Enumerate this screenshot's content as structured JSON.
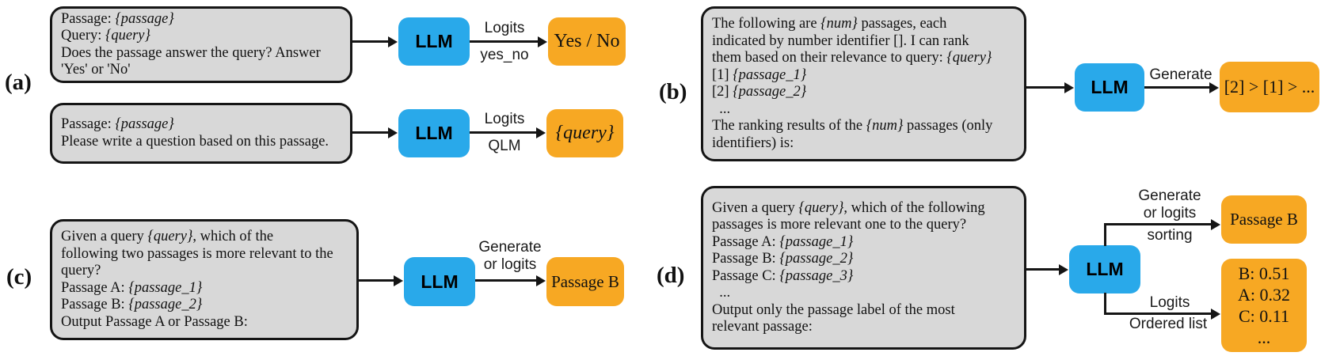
{
  "colors": {
    "llm_blue": "#29a9ea",
    "output_orange": "#f7a823",
    "box_gray": "#d8d8d8",
    "line_black": "#151515"
  },
  "panels": {
    "a": {
      "label": "(a)",
      "rows": [
        {
          "prompt_lines": [
            [
              {
                "t": "Passage: "
              },
              {
                "t": "{passage}",
                "i": true
              }
            ],
            [
              {
                "t": "Query: "
              },
              {
                "t": "{query}",
                "i": true
              }
            ],
            [
              {
                "t": "Does the passage answer the query? Answer"
              }
            ],
            [
              {
                "t": "'Yes' or 'No'"
              }
            ]
          ],
          "llm": "LLM",
          "arrow_label_top": "Logits",
          "arrow_label_bottom": "yes_no",
          "output_lines": [
            [
              {
                "t": "Yes / No"
              }
            ]
          ]
        },
        {
          "prompt_lines": [
            [
              {
                "t": "Passage: "
              },
              {
                "t": "{passage}",
                "i": true
              }
            ],
            [
              {
                "t": "Please write a question based on this passage."
              }
            ]
          ],
          "llm": "LLM",
          "arrow_label_top": "Logits",
          "arrow_label_bottom": "QLM",
          "output_lines": [
            [
              {
                "t": "{query}",
                "i": true
              }
            ]
          ]
        }
      ]
    },
    "b": {
      "label": "(b)",
      "prompt_lines": [
        [
          {
            "t": "The following are "
          },
          {
            "t": "{num}",
            "i": true
          },
          {
            "t": " passages, each"
          }
        ],
        [
          {
            "t": "indicated by number identifier []. I can rank"
          }
        ],
        [
          {
            "t": "them based on their relevance to query: "
          },
          {
            "t": "{query}",
            "i": true
          }
        ],
        [
          {
            "t": "[1] "
          },
          {
            "t": "{passage_1}",
            "i": true
          }
        ],
        [
          {
            "t": "[2] "
          },
          {
            "t": "{passage_2}",
            "i": true
          }
        ],
        [
          {
            "t": "  ..."
          }
        ],
        [
          {
            "t": "The ranking results of the "
          },
          {
            "t": "{num}",
            "i": true
          },
          {
            "t": " passages (only"
          }
        ],
        [
          {
            "t": "identifiers) is:"
          }
        ]
      ],
      "llm": "LLM",
      "arrow_label_top": "Generate",
      "output_lines": [
        [
          {
            "t": "[2] > [1] > ..."
          }
        ]
      ]
    },
    "c": {
      "label": "(c)",
      "prompt_lines": [
        [
          {
            "t": "Given a query "
          },
          {
            "t": "{query}",
            "i": true
          },
          {
            "t": ", which of the"
          }
        ],
        [
          {
            "t": "following two passages is more relevant to the"
          }
        ],
        [
          {
            "t": "query?"
          }
        ],
        [
          {
            "t": "Passage A: "
          },
          {
            "t": "{passage_1}",
            "i": true
          }
        ],
        [
          {
            "t": "Passage B: "
          },
          {
            "t": "{passage_2}",
            "i": true
          }
        ],
        [
          {
            "t": "Output Passage A or Passage B:"
          }
        ]
      ],
      "llm": "LLM",
      "arrow_label_top": "Generate",
      "arrow_label_middle": "or logits",
      "output_lines": [
        [
          {
            "t": "Passage B"
          }
        ]
      ]
    },
    "d": {
      "label": "(d)",
      "prompt_lines": [
        [
          {
            "t": "Given a query "
          },
          {
            "t": "{query}",
            "i": true
          },
          {
            "t": ", which of the following"
          }
        ],
        [
          {
            "t": "passages is more relevant one to the query?"
          }
        ],
        [
          {
            "t": "Passage A: "
          },
          {
            "t": "{passage_1}",
            "i": true
          }
        ],
        [
          {
            "t": "Passage B: "
          },
          {
            "t": "{passage_2}",
            "i": true
          }
        ],
        [
          {
            "t": "Passage C: "
          },
          {
            "t": "{passage_3}",
            "i": true
          }
        ],
        [
          {
            "t": "  ..."
          }
        ],
        [
          {
            "t": "Output only the passage label of the most"
          }
        ],
        [
          {
            "t": "relevant passage:"
          }
        ]
      ],
      "llm": "LLM",
      "branch_top": {
        "label_line1": "Generate",
        "label_line2": "or logits",
        "label_below": "sorting",
        "output_lines": [
          [
            {
              "t": "Passage B"
            }
          ]
        ]
      },
      "branch_bottom": {
        "label_above": "Logits",
        "label_below": "Ordered list",
        "output_lines": [
          [
            {
              "t": "B: 0.51"
            }
          ],
          [
            {
              "t": "A: 0.32"
            }
          ],
          [
            {
              "t": "C: 0.11"
            }
          ],
          [
            {
              "t": "..."
            }
          ]
        ]
      }
    }
  }
}
